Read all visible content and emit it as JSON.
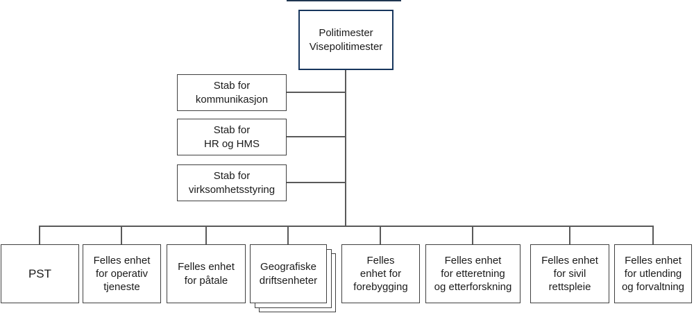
{
  "org_chart": {
    "root": {
      "text": "Politimester\nVisepolitimester"
    },
    "staff": [
      {
        "text": "Stab for\nkommunikasjon"
      },
      {
        "text": "Stab for\nHR og HMS"
      },
      {
        "text": "Stab for\nvirksomhetsstyring"
      }
    ],
    "units": [
      {
        "text": "PST"
      },
      {
        "text": "Felles enhet\nfor operativ\ntjeneste"
      },
      {
        "text": "Felles enhet\nfor påtale"
      },
      {
        "text": "Geografiske\ndriftsenheter",
        "stacked": true
      },
      {
        "text": "Felles\nenhet for\nforebygging"
      },
      {
        "text": "Felles enhet\nfor etteretning\nog etterforskning"
      },
      {
        "text": "Felles enhet\nfor sivil\nrettspleie"
      },
      {
        "text": "Felles enhet\nfor utlending\nog forvaltning"
      }
    ],
    "colors": {
      "root_border": "#17365d",
      "box_border": "#3f3f3f",
      "connector": "#595959",
      "text": "#1a1a1a"
    }
  }
}
